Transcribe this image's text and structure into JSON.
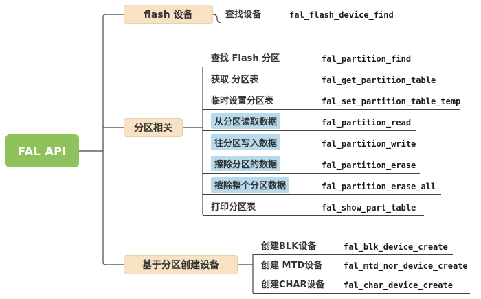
{
  "root": {
    "label": "FAL API"
  },
  "branches": [
    {
      "label": "flash 设备",
      "items": [
        {
          "label": "查找设备",
          "func": "fal_flash_device_find",
          "highlight": false
        }
      ]
    },
    {
      "label": "分区相关",
      "items": [
        {
          "label": "查找 Flash 分区",
          "func": "fal_partition_find",
          "highlight": false
        },
        {
          "label": "获取 分区表",
          "func": "fal_get_partition_table",
          "highlight": false
        },
        {
          "label": "临时设置分区表",
          "func": "fal_set_partition_table_temp",
          "highlight": false
        },
        {
          "label": "从分区读取数据",
          "func": "fal_partition_read",
          "highlight": true
        },
        {
          "label": "往分区写入数据",
          "func": "fal_partition_write",
          "highlight": true
        },
        {
          "label": "擦除分区的数据",
          "func": "fal_partition_erase",
          "highlight": true
        },
        {
          "label": "擦除整个分区数据",
          "func": "fal_partition_erase_all",
          "highlight": true
        },
        {
          "label": "打印分区表",
          "func": "fal_show_part_table",
          "highlight": false
        }
      ]
    },
    {
      "label": "基于分区创建设备",
      "items": [
        {
          "label": "创建BLK设备",
          "func": "fal_blk_device_create",
          "highlight": false
        },
        {
          "label": "创建 MTD设备",
          "func": "fal_mtd_nor_device_create",
          "highlight": false
        },
        {
          "label": "创建CHAR设备",
          "func": "fal_char_device_create",
          "highlight": false
        }
      ]
    }
  ],
  "colors": {
    "root_bg": "#8fc15c",
    "branch_bg": "#f7e2c4",
    "highlight_bg": "#b7daec",
    "line": "#444444"
  }
}
